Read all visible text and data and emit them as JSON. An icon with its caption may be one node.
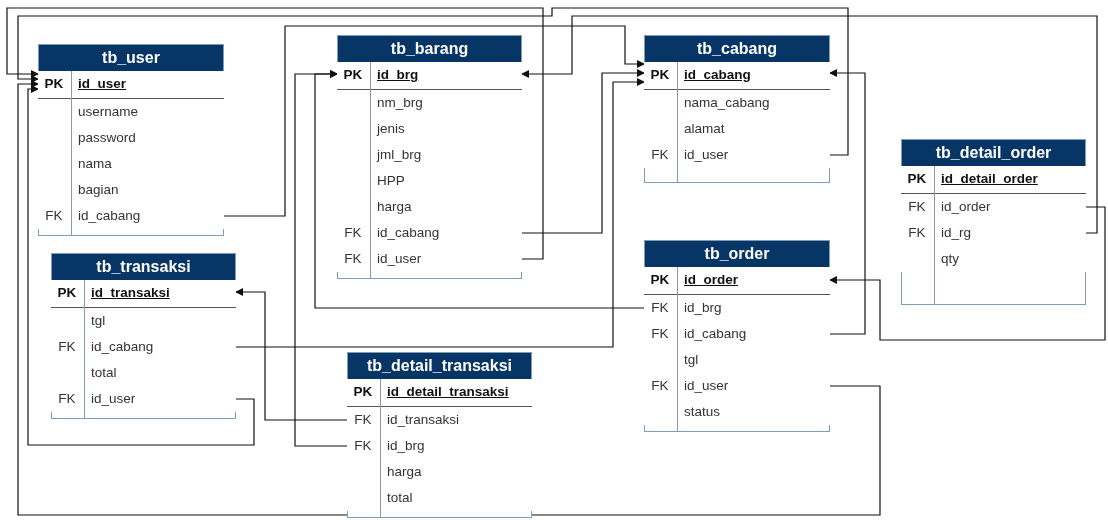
{
  "diagram": {
    "nodes": [
      {
        "text": [
          "tb_user"
        ]
      },
      {
        "text": [
          "PK",
          "id_user"
        ],
        "in": 0
      },
      {
        "text": [
          "username"
        ],
        "in": 0
      },
      {
        "text": [
          "password"
        ],
        "in": 0
      },
      {
        "text": [
          "nama"
        ],
        "in": 0
      },
      {
        "text": [
          "bagian"
        ],
        "in": 0
      },
      {
        "text": [
          "FK",
          "id_cabang"
        ],
        "in": 0
      },
      {
        "text": [
          "tb_barang"
        ]
      },
      {
        "text": [
          "PK",
          "id_brg"
        ],
        "in": 7
      },
      {
        "text": [
          "nm_brg"
        ],
        "in": 7
      },
      {
        "text": [
          "jenis"
        ],
        "in": 7
      },
      {
        "text": [
          "jml_brg"
        ],
        "in": 7
      },
      {
        "text": [
          "HPP"
        ],
        "in": 7
      },
      {
        "text": [
          "harga"
        ],
        "in": 7
      },
      {
        "text": [
          "FK",
          "id_cabang"
        ],
        "in": 7
      },
      {
        "text": [
          "FK",
          "id_user"
        ],
        "in": 7
      },
      {
        "text": [
          "tb_cabang"
        ]
      },
      {
        "text": [
          "PK",
          "id_cabang"
        ],
        "in": 16
      },
      {
        "text": [
          "nama_cabang"
        ],
        "in": 16
      },
      {
        "text": [
          "alamat"
        ],
        "in": 16
      },
      {
        "text": [
          "FK",
          "id_user"
        ],
        "in": 16
      },
      {
        "text": [
          "tb_detail_order"
        ]
      },
      {
        "text": [
          "PK",
          "id_detail_order"
        ],
        "in": 21
      },
      {
        "text": [
          "FK",
          "id_order"
        ],
        "in": 21
      },
      {
        "text": [
          "FK",
          "id_rg"
        ],
        "in": 21
      },
      {
        "text": [
          "qty"
        ],
        "in": 21
      },
      {
        "text": [
          "tb_transaksi"
        ]
      },
      {
        "text": [
          "PK",
          "id_transaksi"
        ],
        "in": 26
      },
      {
        "text": [
          "tgl"
        ],
        "in": 26
      },
      {
        "text": [
          "FK",
          "id_cabang"
        ],
        "in": 26
      },
      {
        "text": [
          "total"
        ],
        "in": 26
      },
      {
        "text": [
          "FK",
          "id_user"
        ],
        "in": 26
      },
      {
        "text": [
          "tb_detail_transaksi"
        ]
      },
      {
        "text": [
          "PK",
          "id_detail_transaksi"
        ],
        "in": 32
      },
      {
        "text": [
          "FK",
          "id_transaksi"
        ],
        "in": 32
      },
      {
        "text": [
          "FK",
          "id_brg"
        ],
        "in": 32
      },
      {
        "text": [
          "harga"
        ],
        "in": 32
      },
      {
        "text": [
          "total"
        ],
        "in": 32
      },
      {
        "text": [
          "tb_order"
        ]
      },
      {
        "text": [
          "PK",
          "id_order"
        ],
        "in": 38
      },
      {
        "text": [
          "FK",
          "id_brg"
        ],
        "in": 38
      },
      {
        "text": [
          "FK",
          "id_cabang"
        ],
        "in": 38
      },
      {
        "text": [
          "tgl"
        ],
        "in": 38
      },
      {
        "text": [
          "FK",
          "id_user"
        ],
        "in": 38
      },
      {
        "text": [
          "status"
        ],
        "in": 38
      }
    ],
    "edges": [
      {
        "from": 6,
        "to": 17,
        "arrow": "to"
      },
      {
        "from": 14,
        "to": 17,
        "arrow": "to"
      },
      {
        "from": 15,
        "to": 1,
        "arrow": "to"
      },
      {
        "from": 20,
        "to": 1,
        "arrow": "to"
      },
      {
        "from": 41,
        "to": 17,
        "arrow": "to"
      },
      {
        "from": 23,
        "to": 39,
        "arrow": "to"
      },
      {
        "from": 24,
        "to": 8,
        "arrow": "to"
      },
      {
        "from": 40,
        "to": 8,
        "arrow": "to"
      },
      {
        "from": 29,
        "to": 17,
        "arrow": "to"
      },
      {
        "from": 34,
        "to": 27,
        "arrow": "to"
      },
      {
        "from": 35,
        "to": 8,
        "arrow": "to"
      },
      {
        "from": 31,
        "to": 1,
        "arrow": "to"
      },
      {
        "from": 43,
        "to": 1,
        "arrow": "to"
      }
    ]
  }
}
